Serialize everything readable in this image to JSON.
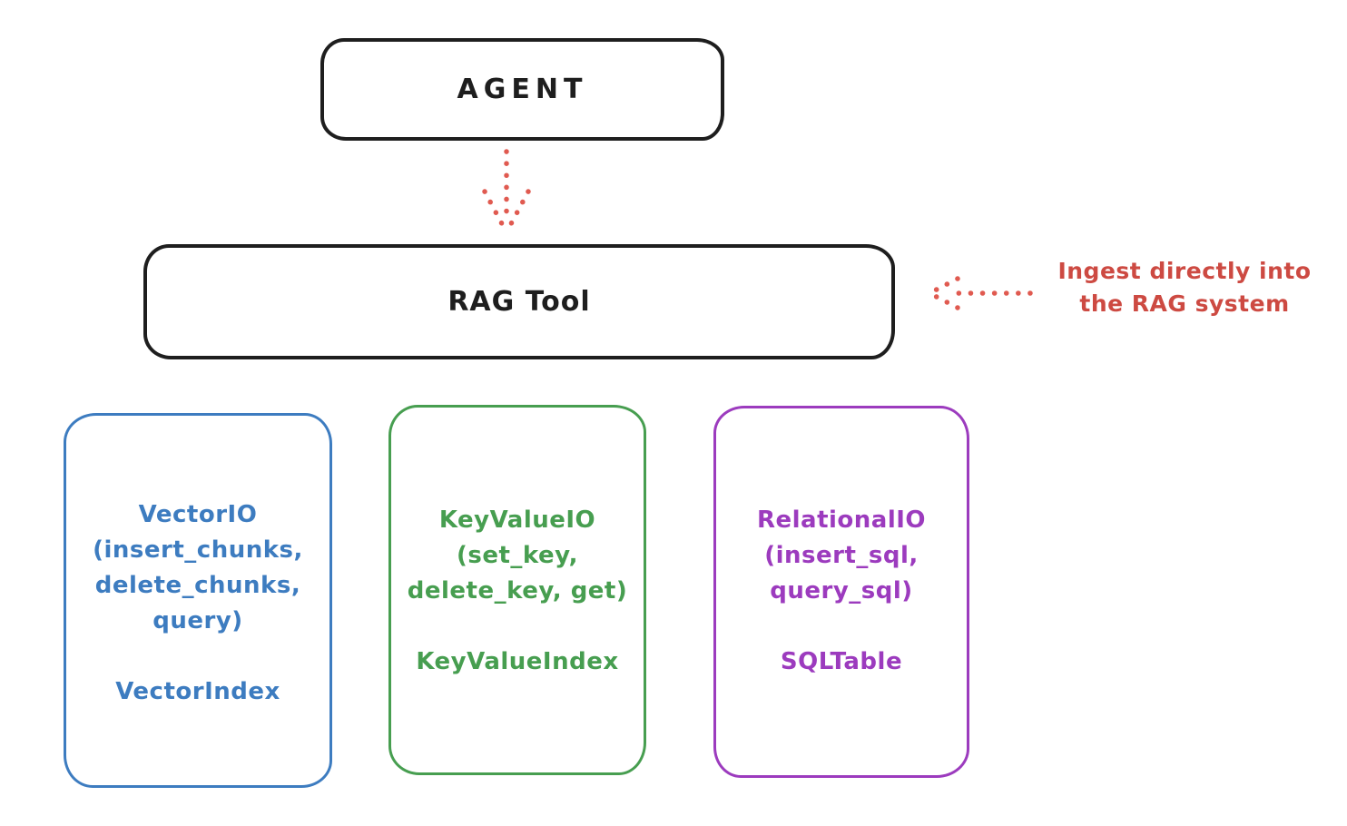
{
  "nodes": {
    "agent": {
      "label": "AGENT",
      "border_color": "#1e1e1e",
      "text_color": "#1e1e1e"
    },
    "rag_tool": {
      "label": "RAG Tool",
      "border_color": "#1e1e1e",
      "text_color": "#1e1e1e"
    },
    "vector_io": {
      "color": "#3d7cc0",
      "lines": [
        "VectorIO",
        "(insert_chunks,",
        "delete_chunks,",
        "query)"
      ],
      "index_label": "VectorIndex"
    },
    "key_value_io": {
      "color": "#479e50",
      "lines": [
        "KeyValueIO",
        "(set_key,",
        "delete_key, get)"
      ],
      "index_label": "KeyValueIndex"
    },
    "relational_io": {
      "color": "#9c3bbe",
      "lines": [
        "RelationalIO",
        "(insert_sql,",
        "query_sql)"
      ],
      "index_label": "SQLTable"
    }
  },
  "annotation": {
    "lines": [
      "Ingest directly into",
      "the RAG system"
    ],
    "color": "#cd4a42"
  },
  "arrows": {
    "agent_to_rag_tool": {
      "style": "dotted",
      "direction": "down",
      "color": "#e05a50"
    },
    "ingest_into_rag": {
      "style": "dotted",
      "direction": "left",
      "color": "#e05a50"
    }
  }
}
